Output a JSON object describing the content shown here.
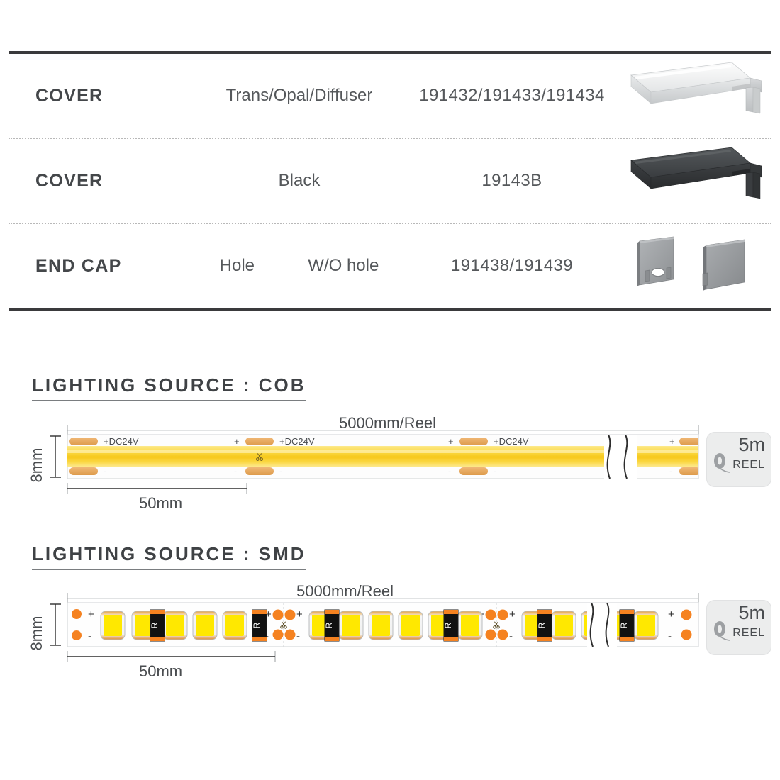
{
  "spec_table": {
    "rows": [
      {
        "label": "COVER",
        "type": "Trans/Opal/Diffuser",
        "type2": "",
        "code": "191432/191433/191434",
        "image": "aluminium-profile-cover-clear"
      },
      {
        "label": "COVER",
        "type": "Black",
        "type2": "",
        "code": "19143B",
        "image": "aluminium-profile-cover-black"
      },
      {
        "label": "END CAP",
        "type": "Hole",
        "type2": "W/O hole",
        "code": "191438/191439",
        "image": "end-cap-pair"
      }
    ]
  },
  "sections": {
    "cob": {
      "heading": "LIGHTING  SOURCE : COB",
      "reel_length": "5000mm/Reel",
      "width_dim": "8mm",
      "pitch_dim": "50mm",
      "voltage_label": "+DC24V",
      "plus": "+",
      "minus": "-",
      "reel": {
        "length": "5m",
        "unit": "REEL"
      }
    },
    "smd": {
      "heading": "LIGHTING  SOURCE : SMD",
      "reel_length": "5000mm/Reel",
      "width_dim": "8mm",
      "pitch_dim": "50mm",
      "resistor_label": "R",
      "plus": "+",
      "minus": "-",
      "reel": {
        "length": "5m",
        "unit": "REEL"
      }
    }
  },
  "colors": {
    "rule_dark": "#3a3a3c",
    "text": "#4a4d50",
    "cob_phosphor": "#f5c518",
    "pad_copper": "#e8a658",
    "pad_orange": "#f58220",
    "led_yellow": "#ffe800",
    "profile_light": "#cfd2d4",
    "profile_black": "#3a3a3c",
    "endcap_gray": "#9ea1a4",
    "reel_bg": "#eceded"
  }
}
